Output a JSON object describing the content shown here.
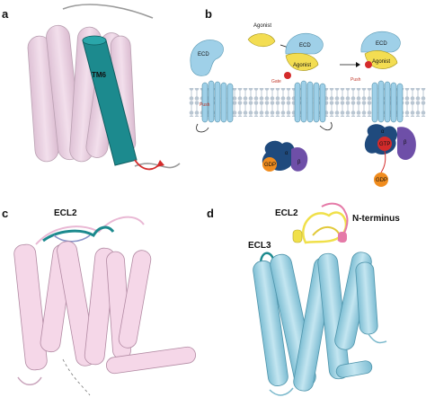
{
  "panels": {
    "a": {
      "label": "a",
      "helix_label": "TM6"
    },
    "b": {
      "label": "b",
      "agonist_free": "Agonist",
      "ecd_1": "ECD",
      "ecd_2": "ECD",
      "ecd_3": "ECD",
      "agonist_bound_1": "Agonist",
      "agonist_bound_2": "Agonist",
      "push_1": "Push",
      "push_2": "Push",
      "gate": "Gate",
      "gdp_1": "GDP",
      "gdp_2": "GDP",
      "gtp": "GTP",
      "alpha_1": "α",
      "beta_1": "β",
      "alpha_2": "α",
      "beta_2": "β"
    },
    "c": {
      "label": "c",
      "loop_label": "ECL2"
    },
    "d": {
      "label": "d",
      "ecl2": "ECL2",
      "ecl3": "ECL3",
      "n_terminus": "N-terminus"
    }
  },
  "colors": {
    "helix_pink": "#e8c6dd",
    "tm6_teal": "#1c8a8e",
    "ecd_blue": "#9fd0e8",
    "agonist_yellow": "#f3dd52",
    "membrane_grey": "#b9c6d2",
    "red": "#d42b2b",
    "navy": "#1f4a7d",
    "purple": "#6e4fa8",
    "orange": "#f08c1e",
    "cyan_helix": "#9bd2e2",
    "yellow_loop": "#f0e04a",
    "pink_loop": "#e57aa8"
  }
}
